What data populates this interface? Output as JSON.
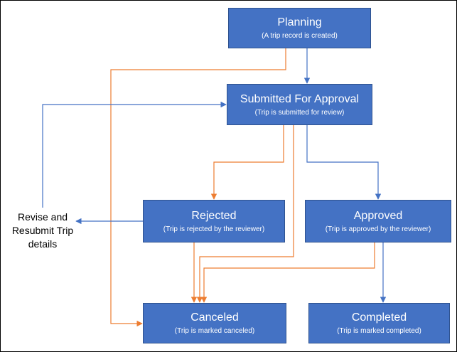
{
  "colors": {
    "box_fill": "#4472c4",
    "box_border": "#2f528f",
    "arrow_blue": "#4472c4",
    "arrow_orange": "#ed7d31"
  },
  "states": {
    "planning": {
      "title": "Planning",
      "subtitle": "(A trip record is created)"
    },
    "submitted": {
      "title": "Submitted For Approval",
      "subtitle": "(Trip is submitted for review)"
    },
    "rejected": {
      "title": "Rejected",
      "subtitle": "(Trip is rejected by the reviewer)"
    },
    "approved": {
      "title": "Approved",
      "subtitle": "(Trip is approved by the reviewer)"
    },
    "canceled": {
      "title": "Canceled",
      "subtitle": "(Trip is marked canceled)"
    },
    "completed": {
      "title": "Completed",
      "subtitle": "(Trip is marked completed)"
    }
  },
  "side_note": "Revise and Resubmit Trip details",
  "transitions": [
    {
      "from": "planning",
      "to": "submitted",
      "color": "blue"
    },
    {
      "from": "planning",
      "to": "canceled",
      "color": "orange"
    },
    {
      "from": "submitted",
      "to": "rejected",
      "color": "orange"
    },
    {
      "from": "submitted",
      "to": "approved",
      "color": "blue"
    },
    {
      "from": "submitted",
      "to": "canceled",
      "color": "orange"
    },
    {
      "from": "rejected",
      "to": "revise",
      "color": "blue"
    },
    {
      "from": "revise",
      "to": "submitted",
      "color": "blue"
    },
    {
      "from": "rejected",
      "to": "canceled",
      "color": "orange"
    },
    {
      "from": "approved",
      "to": "canceled",
      "color": "orange"
    },
    {
      "from": "approved",
      "to": "completed",
      "color": "blue"
    }
  ]
}
